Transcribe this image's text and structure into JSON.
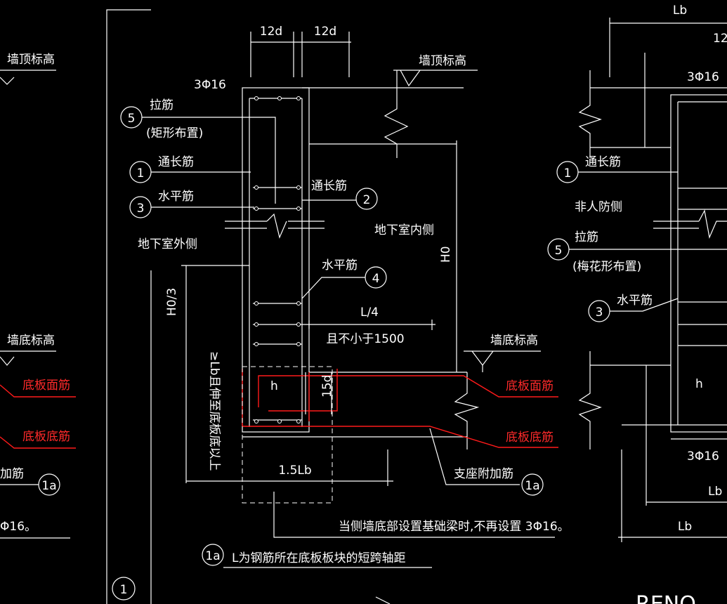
{
  "colors": {
    "background": "#000000",
    "lines": "#ffffff",
    "highlight": "#ff2a2a"
  },
  "labels": {
    "wall_top_elev": "墙顶标高",
    "wall_bottom_elev": "墙底标高",
    "slab_top_bar": "底板面筋",
    "slab_bottom_bar": "底板底筋",
    "tie_bar": "拉筋",
    "rect_layout": "(矩形布置)",
    "plum_layout": "(梅花形布置)",
    "through_bar": "通长筋",
    "horizontal_bar": "水平筋",
    "non_blast_side": "非人防侧",
    "basement_outside": "地下室外侧",
    "basement_inside": "地下室内侧",
    "support_extra_bar": "支座附加筋",
    "bars_3phi16": "3Φ16",
    "dim_12d": "12d",
    "dim_h": "h",
    "dim_15d": "15d",
    "dim_H0_3": "H0/3",
    "dim_H0": "H0",
    "dim_L4": "L/4",
    "dim_min1500": "且不小于1500",
    "dim_1_5Lb": "1.5Lb",
    "dim_Lb": "Lb",
    "vertical_note": "≥Lb且伸至底板底以上",
    "note_no_3phi16": "当侧墙底部设置基础梁时,不再设置 3Φ16。",
    "note_L": "L为钢筋所在底板板块的短跨轴距",
    "left_note_tail": "Φ16。",
    "bottom_right_cut": "RENO"
  },
  "markers": {
    "m1": "1",
    "m2": "2",
    "m3": "3",
    "m4": "4",
    "m5": "5",
    "m1a": "1a"
  }
}
